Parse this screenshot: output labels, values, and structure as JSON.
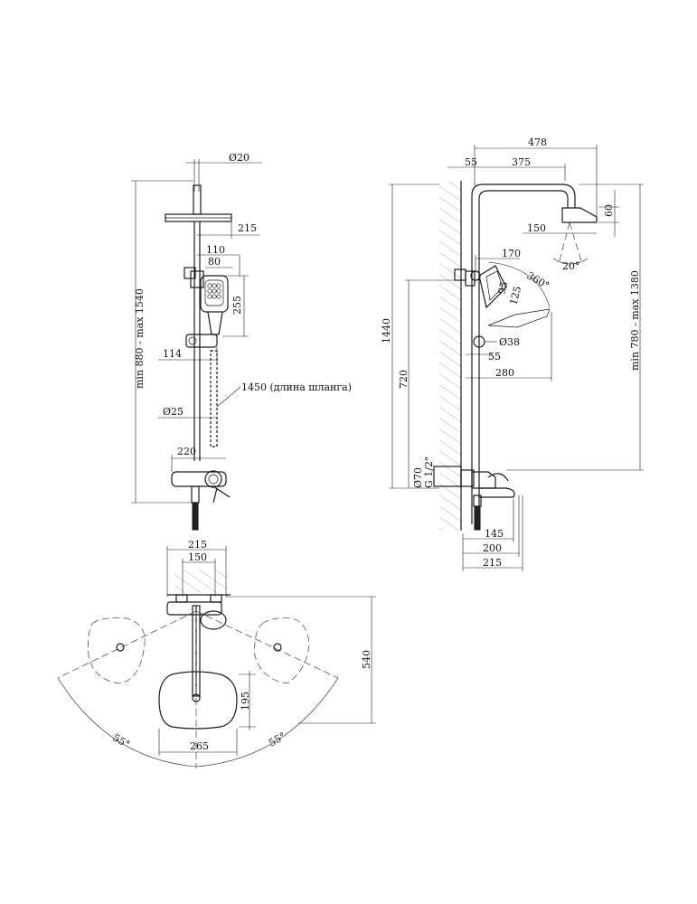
{
  "side_view": {
    "dim_pipe_diameter": "Ø20",
    "dim_head_radius": "215",
    "dim_handshower_a": "110",
    "dim_handshower_b": "80",
    "dim_handshower_height": "255",
    "dim_holder_offset": "114",
    "dim_hose_length": "1450 (длина шланга)",
    "dim_rail_diameter": "Ø25",
    "dim_mixer_width": "220",
    "dim_height_range": "min 880 - max 1540"
  },
  "front_view": {
    "dim_total_reach": "478",
    "dim_wall_offset": "55",
    "dim_arm_length": "375",
    "dim_head_height": "60",
    "dim_head_half": "150",
    "dim_spray_angle": "20°",
    "dim_holder_depth": "170",
    "dim_rotation": "360°",
    "dim_handle_a": "95",
    "dim_handle_b": "125",
    "dim_knob_diameter": "Ø38",
    "dim_knob_offset": "55",
    "dim_handle_reach": "280",
    "dim_total_height": "1440",
    "dim_outlet_height": "720",
    "dim_range": "min 780 - max 1380",
    "dim_flange": "Ø70",
    "dim_thread": "G 1/2\"",
    "dim_spout_a": "145",
    "dim_spout_b": "200",
    "dim_spout_c": "215"
  },
  "top_view": {
    "dim_outer_width": "215",
    "dim_inner_width": "150",
    "dim_depth": "540",
    "dim_head_width": "265",
    "dim_head_depth": "195",
    "angle_left": "55°",
    "angle_right": "55°"
  }
}
